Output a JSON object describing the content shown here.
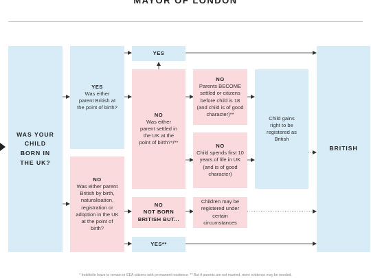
{
  "title": "MAYOR OF LONDON",
  "question": "WAS YOUR CHILD BORN IN THE UK?",
  "yes_branch": {
    "head": "YES",
    "text": "Was either parent British at the point of birth?"
  },
  "no_branch": {
    "head": "NO",
    "text": "Was either parent British by birth, naturalisation, registration or adoption in the UK at the point of birth?"
  },
  "yes_top": "YES",
  "no_settled": {
    "head": "NO",
    "text": "Was either parent settled in the UK at the point of birth?*/**"
  },
  "parents_become": {
    "head": "NO",
    "text": "Parents BECOME settled or citizens before child is 18 (and child is of good character)**"
  },
  "child_spends": {
    "head": "NO",
    "text": "Child spends first 10 years of life in UK (and is of good character)"
  },
  "not_born": {
    "head": "NO",
    "text": "NOT BORN BRITISH BUT..."
  },
  "children_may": "Children may be registered under certain circumstances",
  "gains_right": "Child gains right to be registered as British",
  "yes_bottom": "YES**",
  "british": "BRITISH",
  "footnote": "* Indefinite leave to remain or EEA citizens with permanent residence. ** But if parents are not married, more evidence may be needed."
}
